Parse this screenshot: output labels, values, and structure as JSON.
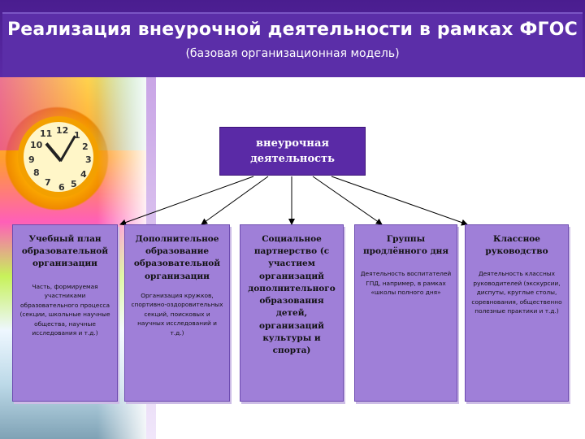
{
  "header": {
    "title": "Реализация внеурочной деятельности в рамках ФГОС",
    "subtitle": "(базовая организационная модель)"
  },
  "diagram": {
    "root": "внеурочная деятельность",
    "boxes": [
      {
        "heading": "Учебный план образовательной организации",
        "details": "Часть, формируемая участниками образовательного процесса (секции, школьные научные общества, научные исследования и т.д.)"
      },
      {
        "heading": "Дополнительное образование образовательной организации",
        "details": "Организация кружков, спортивно-оздоровительных секций, поисковых и научных исследований и т.д.)"
      },
      {
        "heading": "Социальное партнерство (с участием организаций дополнительного образования детей, организаций культуры и спорта)",
        "details": ""
      },
      {
        "heading": "Группы продлённого дня",
        "details": "Деятельность воспитателей ГПД, например, в рамках «школы полного дня»"
      },
      {
        "heading": "Классное руководство",
        "details": "Деятельность классных руководителей (экскурсии, диспуты, круглые столы, соревнования, общественно полезные практики и т.д.)"
      }
    ]
  },
  "decor": {
    "clock_numbers": [
      "12",
      "1",
      "2",
      "3",
      "4",
      "5",
      "6",
      "7",
      "8",
      "9",
      "10",
      "11"
    ],
    "colors": {
      "header": "#5b2ea8",
      "root": "#5a2aa6",
      "box": "#9f7fd8"
    }
  }
}
